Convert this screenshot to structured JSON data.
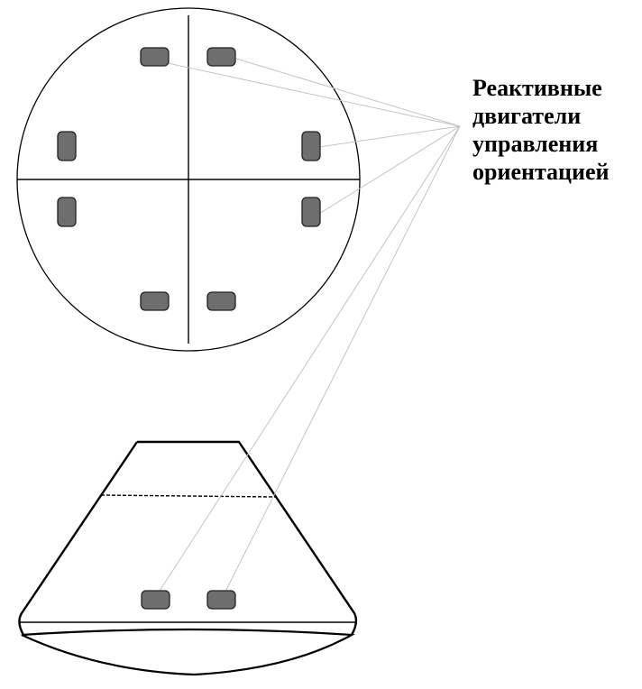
{
  "label": {
    "lines": [
      "Реактивные",
      "двигатели",
      "управления",
      "ориентацией"
    ]
  },
  "colors": {
    "thruster_fill": "#6e6e6e",
    "thruster_stroke": "#222222",
    "outline": "#000000",
    "leader_line": "#c4c4c4",
    "background": "#ffffff"
  },
  "icons": {
    "thruster": "rounded-rect-thruster-icon"
  },
  "thrusters": {
    "top_view_count": 8,
    "side_view_count": 2
  }
}
